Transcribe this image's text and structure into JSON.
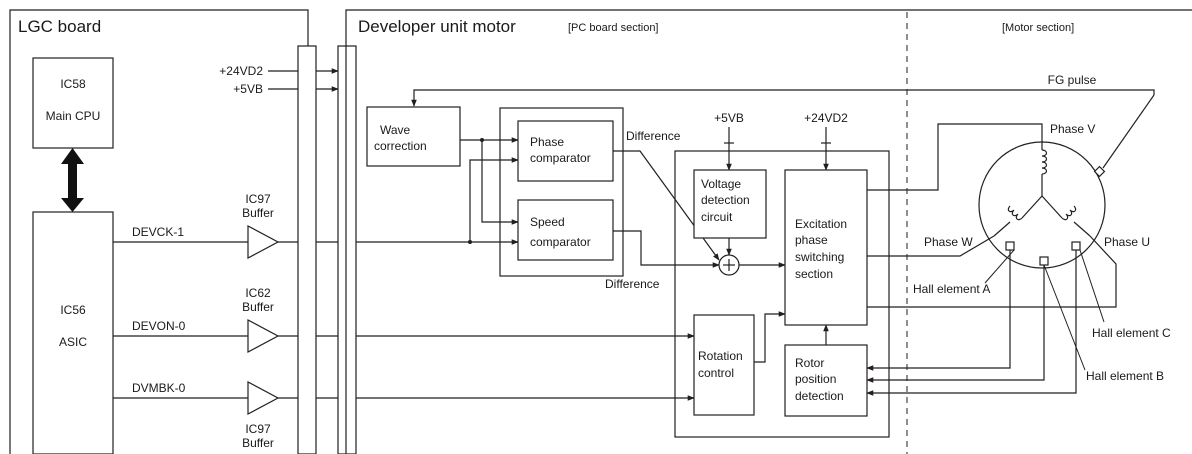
{
  "lgc": {
    "title": "LGC board",
    "ic58_id": "IC58",
    "ic58_name": "Main CPU",
    "ic56_id": "IC56",
    "ic56_name": "ASIC",
    "signals": [
      "DEVCK-1",
      "DEVON-0",
      "DVMBK-0"
    ],
    "buffers": [
      {
        "id": "IC97",
        "label": "Buffer"
      },
      {
        "id": "IC62",
        "label": "Buffer"
      },
      {
        "id": "IC97",
        "label": "Buffer"
      }
    ],
    "power": [
      "+24VD2",
      "+5VB"
    ]
  },
  "motor": {
    "title": "Developer unit motor",
    "pc_section": "[PC board section]",
    "motor_section": "[Motor section]",
    "fg_pulse": "FG pulse",
    "wave_line1": "Wave",
    "wave_line2": "correction",
    "phase_comp_line1": "Phase",
    "phase_comp_line2": "comparator",
    "speed_comp_line1": "Speed",
    "speed_comp_line2": "comparator",
    "difference": "Difference",
    "vdet_line1": "Voltage",
    "vdet_line2": "detection",
    "vdet_line3": "circuit",
    "v5": "+5VB",
    "v24": "+24VD2",
    "exc_line1": "Excitation",
    "exc_line2": "phase",
    "exc_line3": "switching",
    "exc_line4": "section",
    "rot_line1": "Rotation",
    "rot_line2": "control",
    "rotor_line1": "Rotor",
    "rotor_line2": "position",
    "rotor_line3": "detection",
    "phase_v": "Phase V",
    "phase_w": "Phase W",
    "phase_u": "Phase U",
    "hall_a": "Hall element A",
    "hall_b": "Hall element B",
    "hall_c": "Hall element C"
  }
}
